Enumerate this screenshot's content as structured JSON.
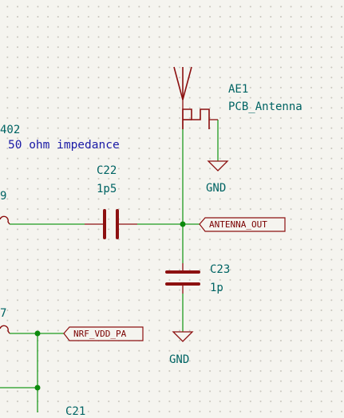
{
  "annotations": {
    "left_ref": "402",
    "impedance_note": "50 ohm impedance",
    "edge_9": "9",
    "edge_7": "7",
    "bottom_partial": "C21"
  },
  "antenna": {
    "ref": "AE1",
    "value": "PCB_Antenna"
  },
  "c22": {
    "ref": "C22",
    "value": "1p5"
  },
  "c23": {
    "ref": "C23",
    "value": "1p"
  },
  "gnd_antenna": "GND",
  "gnd_c23": "GND",
  "net_labels": {
    "antenna_out": "ANTENNA_OUT",
    "nrf_vdd_pa": "NRF_VDD_PA"
  },
  "colors": {
    "wire": "#1f9a1f",
    "symbol": "#8c1010",
    "reference": "#006464",
    "note": "#1a1aa6",
    "junction": "#0c8a0c"
  }
}
